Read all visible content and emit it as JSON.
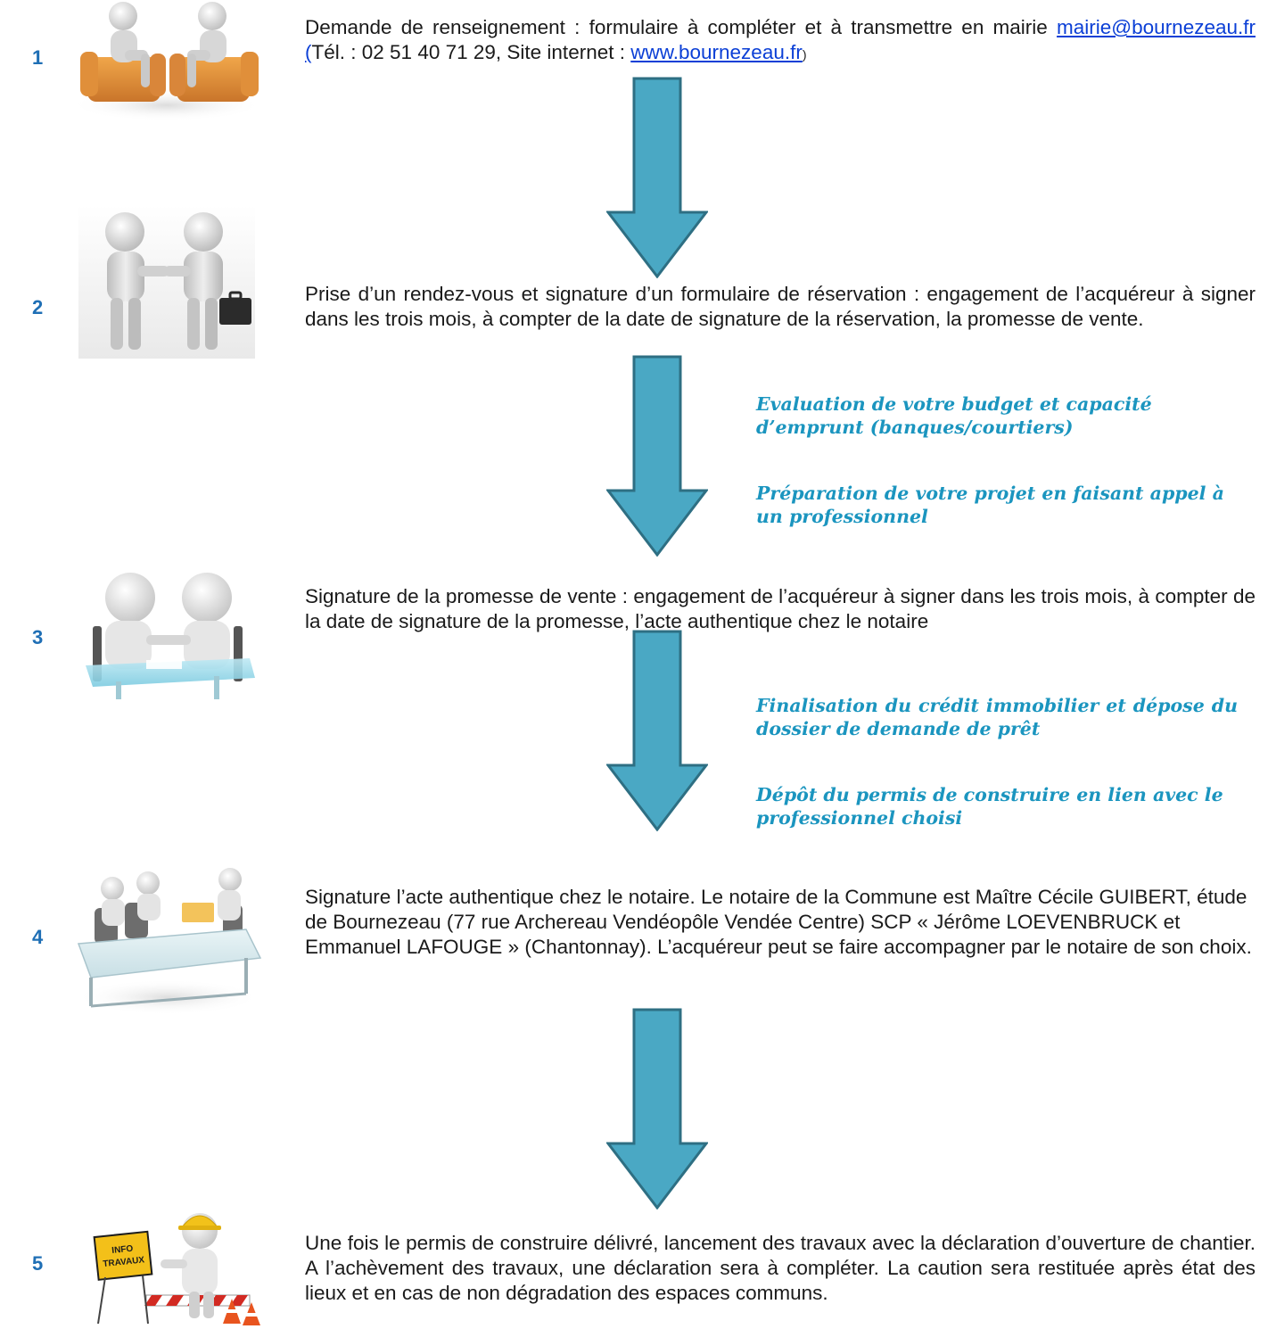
{
  "steps": [
    {
      "number": "1",
      "illustration": "two-figures-in-armchairs",
      "text_before": "Demande de renseignement : formulaire à compléter et à transmettre en mairie ",
      "email_link": "mairie@bournezeau.fr (",
      "text_middle": "Tél. : 02 51 40 71 29, Site internet : ",
      "site_link": "www.bournezeau.fr",
      "text_after": ")"
    },
    {
      "number": "2",
      "illustration": "two-figures-handshake",
      "text": "Prise d’un rendez-vous et signature d’un formulaire de réservation : engagement de l’acquéreur à signer dans les trois mois, à compter de la date de signature de la réservation, la promesse de vente."
    },
    {
      "number": "3",
      "illustration": "two-figures-at-glass-table",
      "text": "Signature de la promesse de vente : engagement de l’acquéreur à signer dans les trois mois, à compter de la date de signature de la promesse, l’acte authentique chez le notaire"
    },
    {
      "number": "4",
      "illustration": "meeting-at-glass-desk",
      "text": "Signature l’acte authentique chez le notaire. Le notaire de la Commune est Maître Cécile GUIBERT, étude de Bournezeau (77 rue Archereau Vendéopôle Vendée Centre) SCP « Jérôme LOEVENBRUCK et Emmanuel LAFOUGE » (Chantonnay). L’acquéreur peut se faire accompagner par le notaire de son choix."
    },
    {
      "number": "5",
      "illustration": "worker-with-info-travaux-sign",
      "sign_text": "INFO TRAVAUX",
      "text": "Une fois le permis de construire délivré, lancement des travaux avec la déclaration d’ouverture de chantier. A l’achèvement des travaux, une déclaration sera à compléter. La caution sera restituée après état des lieux et en cas de non dégradation des espaces communs."
    }
  ],
  "notes": [
    "Evaluation de votre budget et capacité d’emprunt (banques/courtiers)",
    "Préparation de votre projet en faisant appel à un professionnel",
    "Finalisation du crédit immobilier et dépose du dossier de demande de prêt",
    "Dépôt du permis de construire en lien avec le professionnel choisi"
  ],
  "colors": {
    "number": "#1f6fb5",
    "link": "#0b3fd6",
    "arrow_fill": "#4aa8c4",
    "arrow_stroke": "#2e6f83",
    "note": "#1b95bf"
  }
}
